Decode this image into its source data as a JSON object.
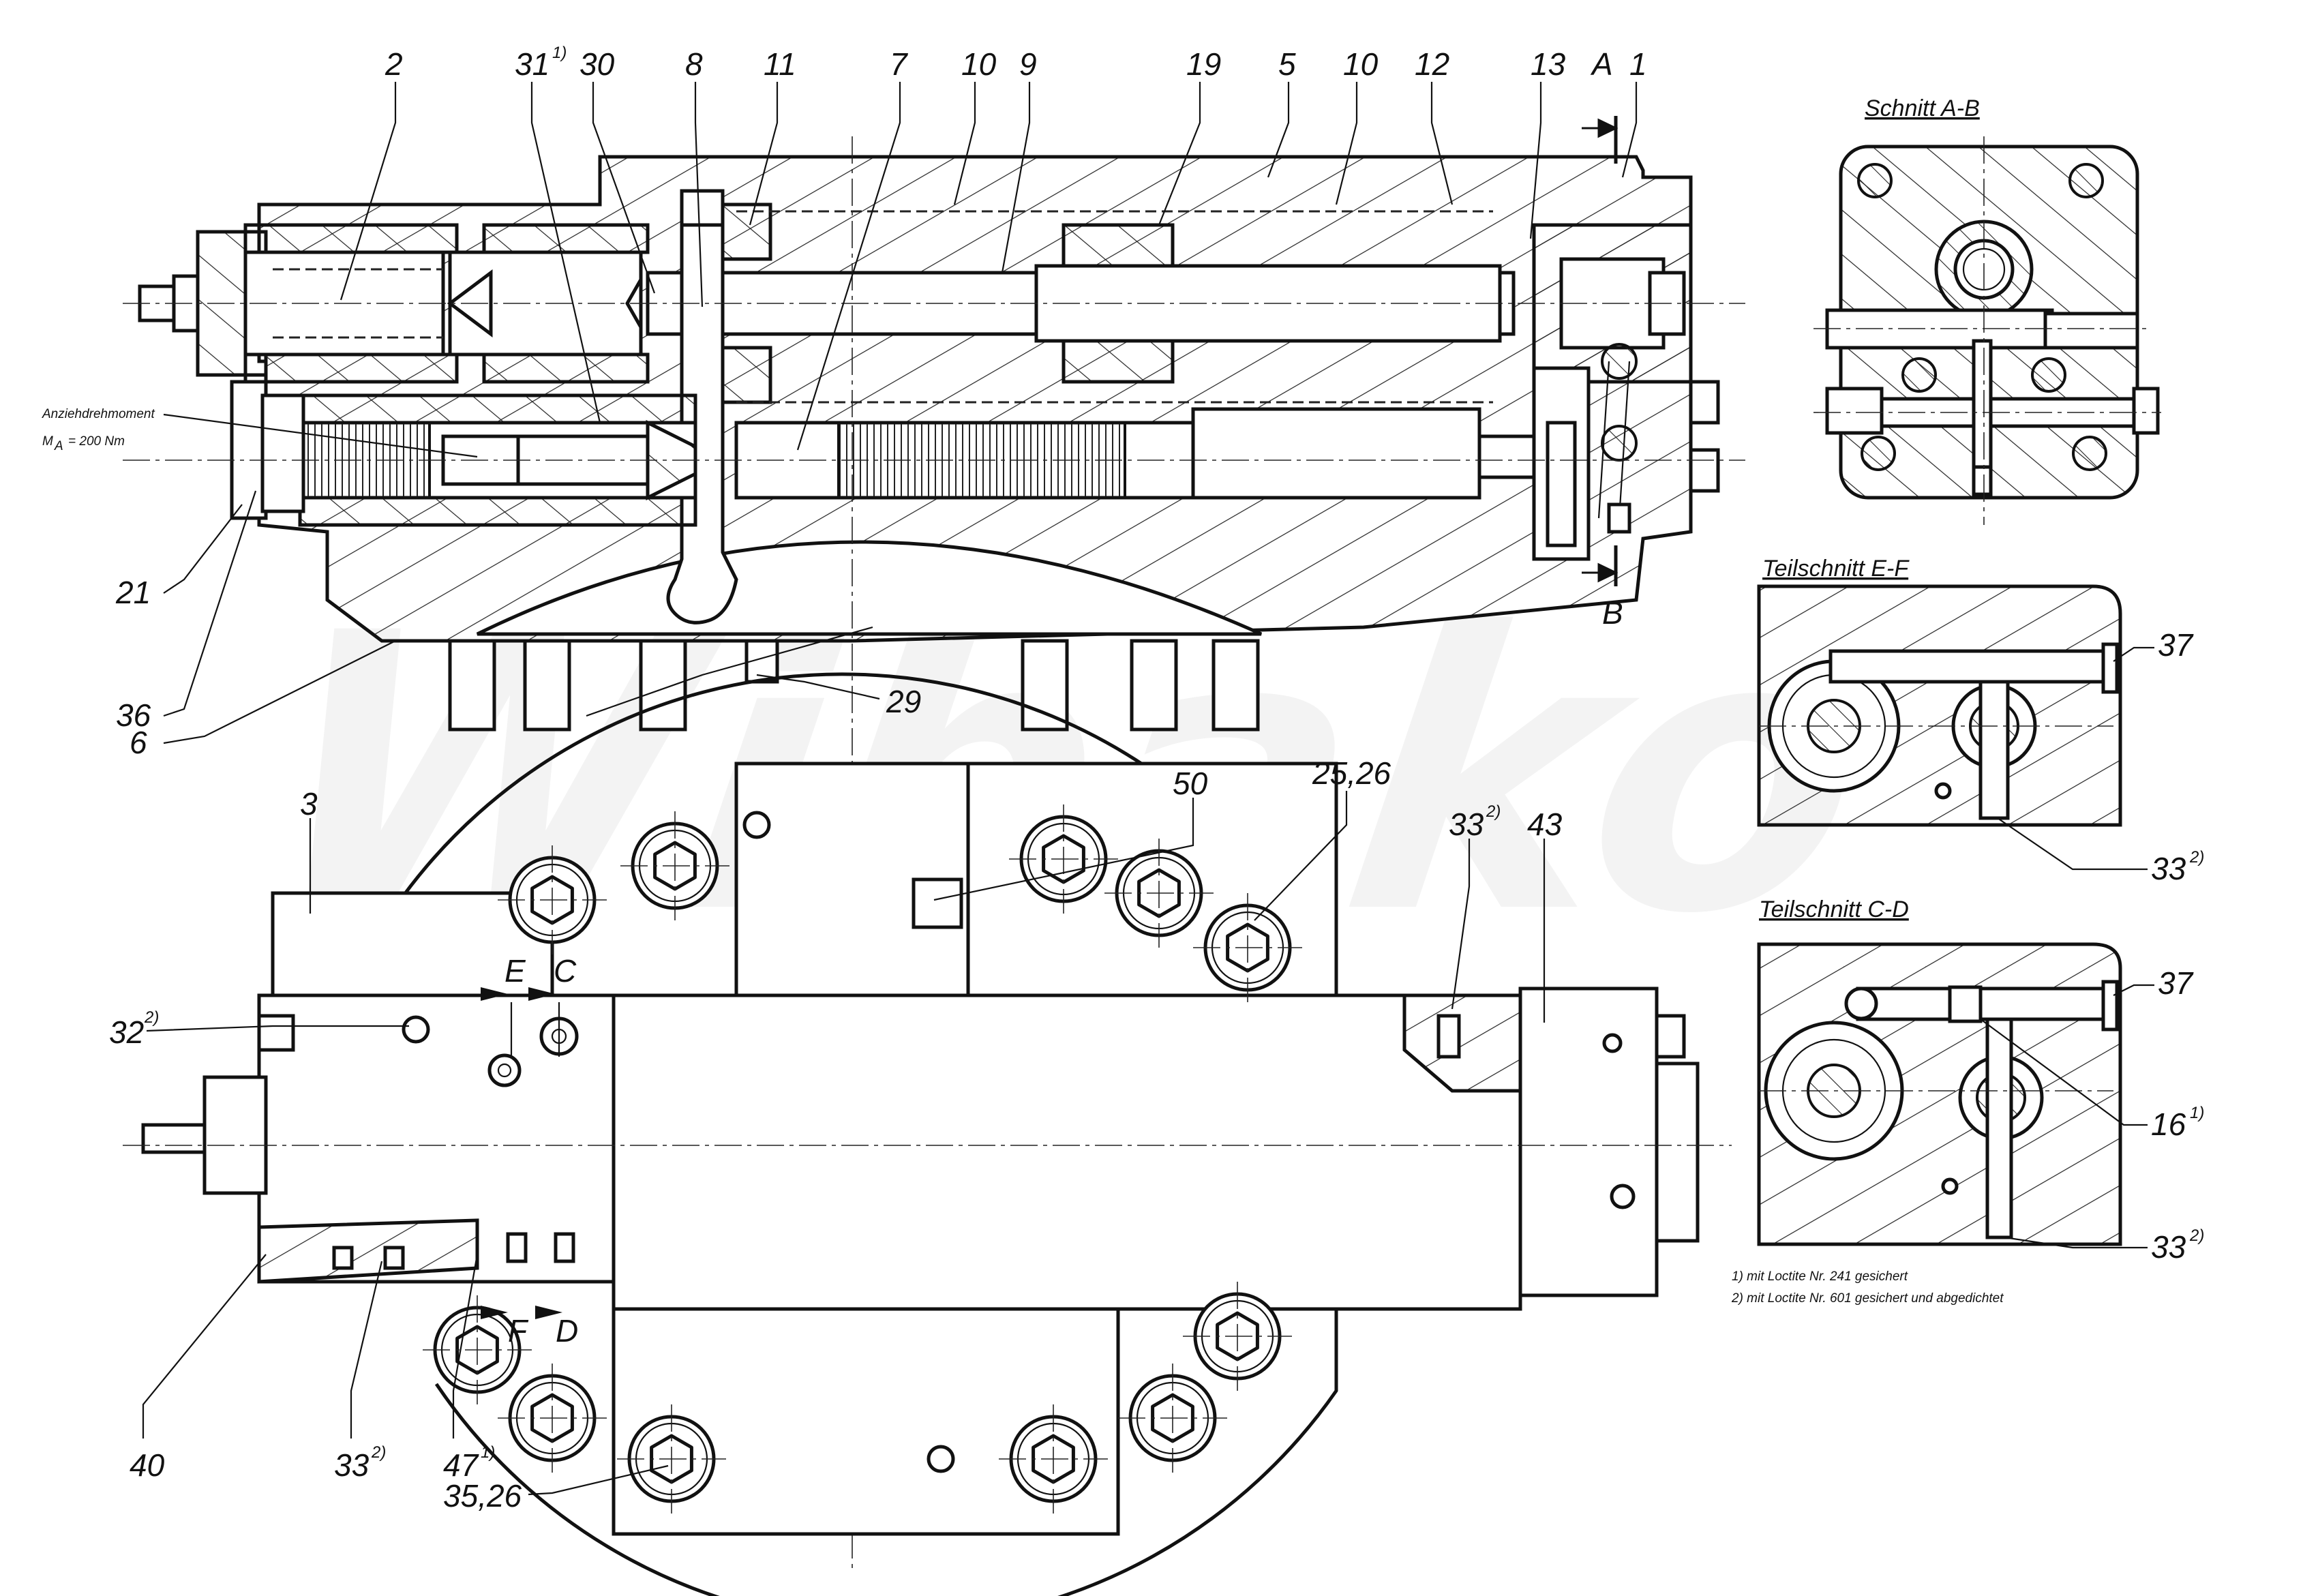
{
  "watermark": {
    "text": "Wibako",
    "color_main": "#f3f3f3",
    "color_accent": "#fff6e8"
  },
  "colors": {
    "ink": "#111111",
    "background": "#ffffff"
  },
  "main_section_labels": {
    "top": [
      {
        "id": "2",
        "text": "2"
      },
      {
        "id": "31",
        "text": "31",
        "footnote": "1)"
      },
      {
        "id": "30",
        "text": "30"
      },
      {
        "id": "8",
        "text": "8"
      },
      {
        "id": "11",
        "text": "11"
      },
      {
        "id": "7",
        "text": "7"
      },
      {
        "id": "10a",
        "text": "10"
      },
      {
        "id": "9",
        "text": "9"
      },
      {
        "id": "19",
        "text": "19"
      },
      {
        "id": "5",
        "text": "5"
      },
      {
        "id": "10b",
        "text": "10"
      },
      {
        "id": "12",
        "text": "12"
      },
      {
        "id": "13",
        "text": "13"
      },
      {
        "id": "A",
        "text": "A"
      },
      {
        "id": "1",
        "text": "1"
      }
    ],
    "left": [
      {
        "id": "21",
        "text": "21"
      },
      {
        "id": "36",
        "text": "36"
      },
      {
        "id": "6",
        "text": "6"
      }
    ],
    "bottom": [
      {
        "id": "29",
        "text": "29"
      },
      {
        "id": "B",
        "text": "B"
      }
    ]
  },
  "torque_note": {
    "label": "Anziehdrehmoment",
    "symbol": "M",
    "subscript": "A",
    "value": "= 200 Nm"
  },
  "top_view_labels": [
    {
      "id": "3",
      "text": "3"
    },
    {
      "id": "50",
      "text": "50"
    },
    {
      "id": "25_26",
      "text": "25,26"
    },
    {
      "id": "33_top",
      "text": "33",
      "footnote": "2)"
    },
    {
      "id": "43",
      "text": "43"
    },
    {
      "id": "32",
      "text": "32",
      "footnote": "2)"
    },
    {
      "id": "E",
      "text": "E"
    },
    {
      "id": "C",
      "text": "C"
    },
    {
      "id": "F",
      "text": "F"
    },
    {
      "id": "D",
      "text": "D"
    },
    {
      "id": "40",
      "text": "40"
    },
    {
      "id": "33_bottom",
      "text": "33",
      "footnote": "2)"
    },
    {
      "id": "47",
      "text": "47",
      "footnote": "1)"
    },
    {
      "id": "35_26",
      "text": "35,26"
    }
  ],
  "section_views": [
    {
      "id": "AB",
      "title": "Schnitt A-B",
      "labels": []
    },
    {
      "id": "EF",
      "title": "Teilschnitt E-F",
      "labels": [
        {
          "text": "37"
        },
        {
          "text": "33",
          "footnote": "2)"
        }
      ]
    },
    {
      "id": "CD",
      "title": "Teilschnitt C-D",
      "labels": [
        {
          "text": "37"
        },
        {
          "text": "16",
          "footnote": "1)"
        },
        {
          "text": "33",
          "footnote": "2)"
        }
      ]
    }
  ],
  "footnotes": [
    "1) mit Loctite  Nr. 241 gesichert",
    "2) mit Loctite  Nr. 601 gesichert und  abgedichtet"
  ]
}
